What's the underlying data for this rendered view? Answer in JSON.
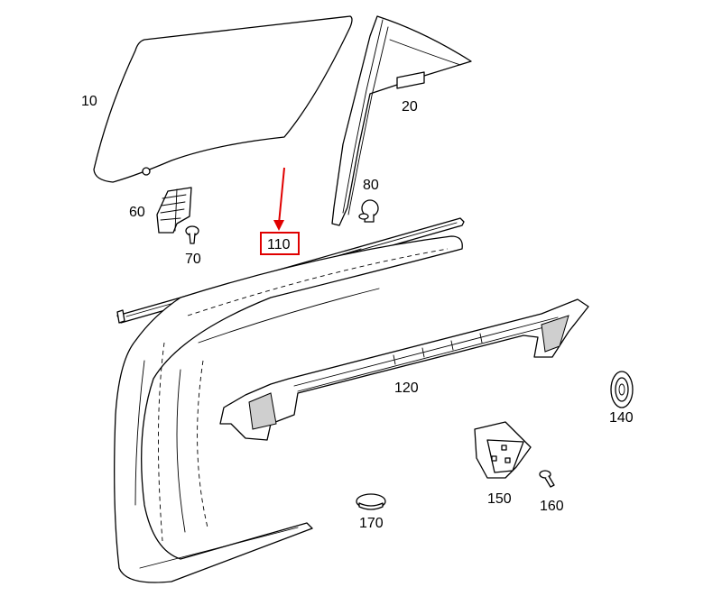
{
  "labels": {
    "p10": "10",
    "p20": "20",
    "p60": "60",
    "p70": "70",
    "p80": "80",
    "p110": "110",
    "p120": "120",
    "p140": "140",
    "p150": "150",
    "p160": "160",
    "p170": "170"
  },
  "highlight": {
    "part": "110",
    "color": "#e00000"
  }
}
